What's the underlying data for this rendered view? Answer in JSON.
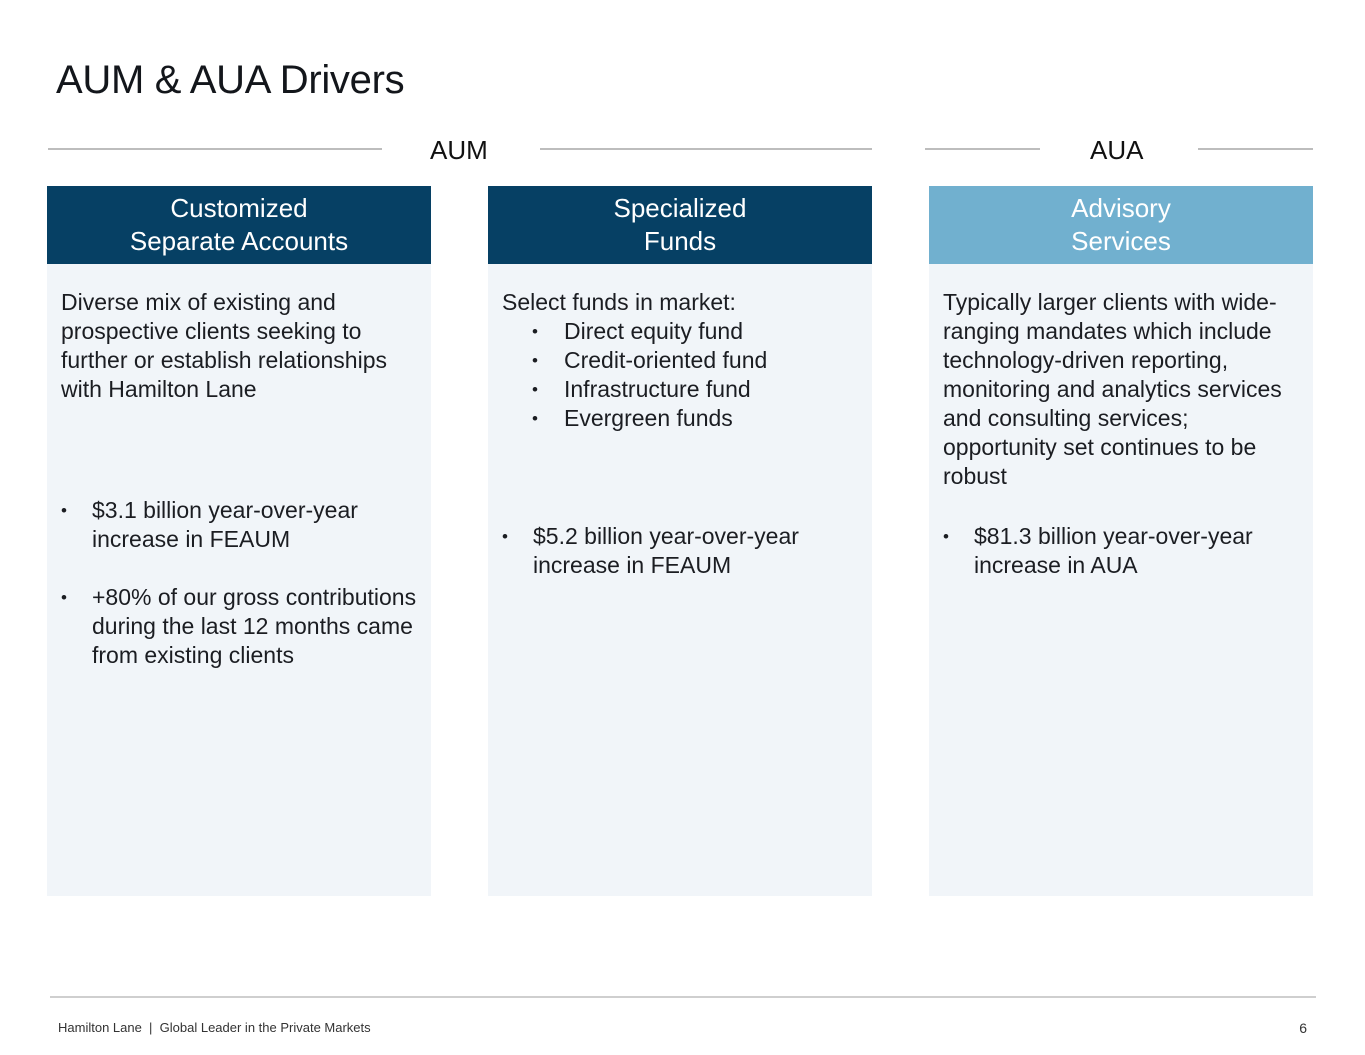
{
  "page": {
    "title": "AUM & AUA Drivers"
  },
  "sections": {
    "aum_label": "AUM",
    "aua_label": "AUA"
  },
  "colors": {
    "header_dark": "#064064",
    "header_light": "#71b0cf",
    "card_background": "#f1f5f9"
  },
  "cards": [
    {
      "header_line1": "Customized",
      "header_line2": "Separate Accounts",
      "intro": "Diverse mix of existing and prospective clients seeking to further or establish relationships with Hamilton Lane",
      "bullets": [
        "$3.1 billion year-over-year increase in FEAUM",
        "+80% of our gross contributions during the last 12 months came from existing clients"
      ]
    },
    {
      "header_line1": "Specialized",
      "header_line2": "Funds",
      "intro": "Select funds in market:",
      "sub_items": [
        "Direct equity fund",
        "Credit-oriented fund",
        "Infrastructure fund",
        "Evergreen funds"
      ],
      "bullets": [
        "$5.2 billion year-over-year increase in FEAUM"
      ]
    },
    {
      "header_line1": "Advisory",
      "header_line2": "Services",
      "intro": "Typically larger clients with wide-ranging mandates which include technology-driven reporting, monitoring and analytics services and consulting services; opportunity set continues to be robust",
      "bullets": [
        "$81.3 billion year-over-year increase in AUA"
      ]
    }
  ],
  "footer": {
    "text": "Hamilton Lane  |  Global Leader in the Private Markets",
    "page_number": "6"
  }
}
